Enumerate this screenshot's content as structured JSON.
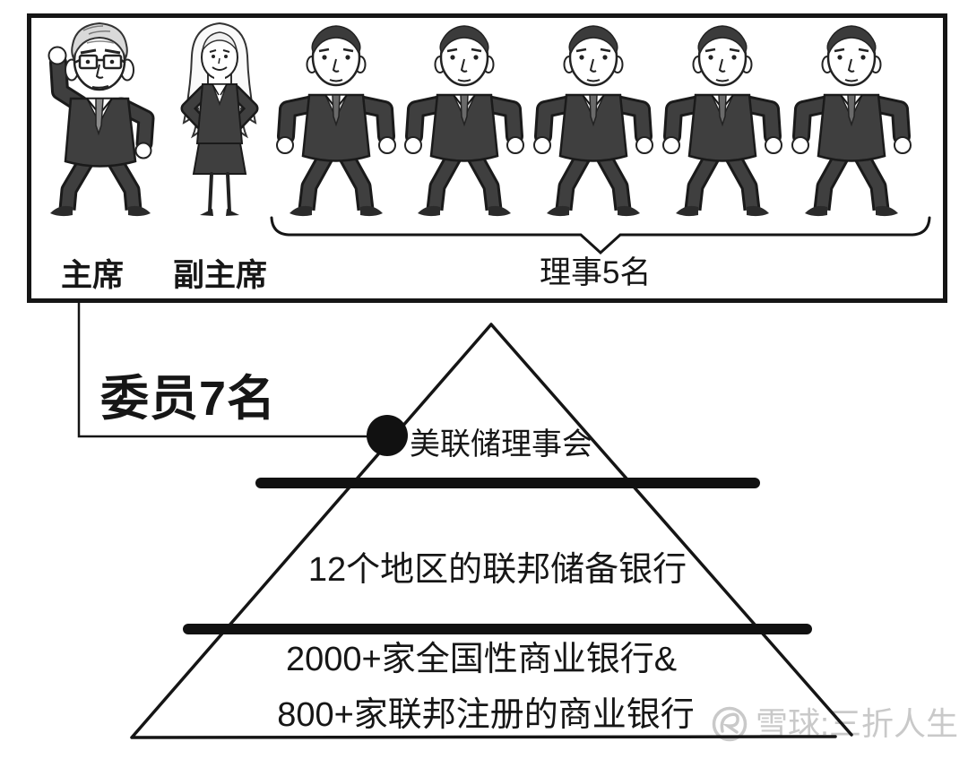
{
  "diagram": {
    "title_context": "Federal Reserve structure infographic",
    "top_box": {
      "chairman_label": "主席",
      "vice_chair_label": "副主席",
      "directors_label": "理事5名",
      "figures": [
        {
          "id": "chairman",
          "desc": "suited man with gray hair, glasses, raised fist"
        },
        {
          "id": "vice-chair",
          "desc": "woman with long blond hair, hands on hips"
        },
        {
          "id": "director",
          "desc": "suited dancing man",
          "count": 5
        }
      ]
    },
    "committee_label": "委员7名",
    "pyramid": {
      "level1": "美联储理事会",
      "level2": "12个地区的联邦储备银行",
      "level3_line1": "2000+家全国性商业银行&",
      "level3_line2": "800+家联邦注册的商业银行"
    },
    "watermark": "雪球:三折人生",
    "colors": {
      "ink": "#151515",
      "suit": "#3f3f3f",
      "watermark_gray": "#c9c9c9",
      "background": "#ffffff"
    }
  }
}
